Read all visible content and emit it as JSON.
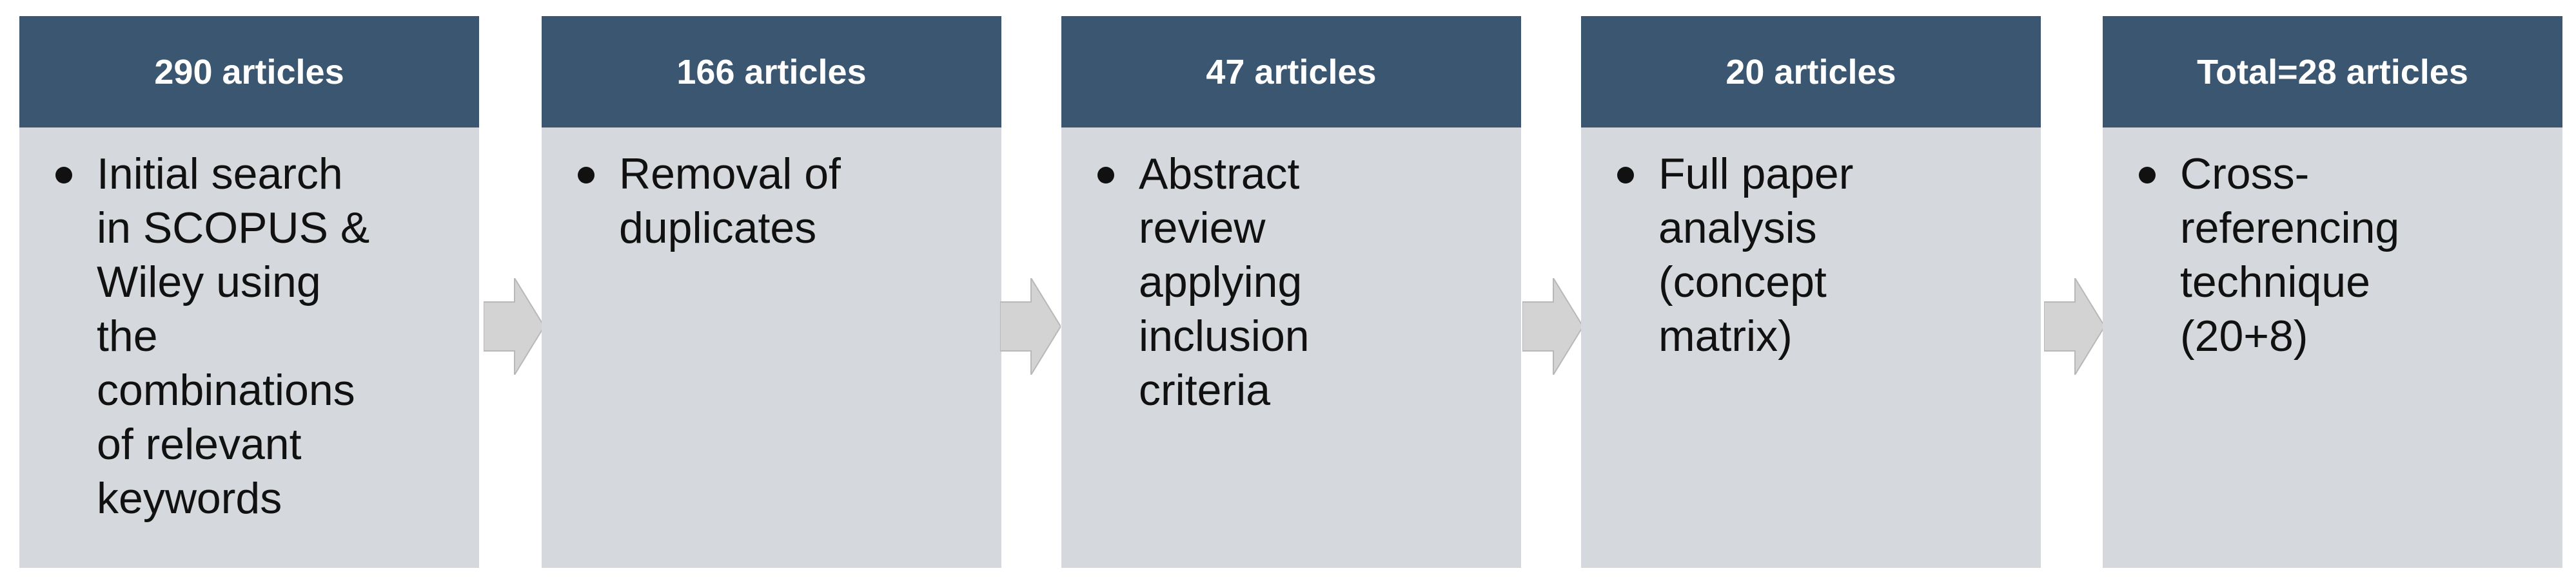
{
  "diagram": {
    "steps": [
      {
        "header": "290 articles",
        "bullet": "Initial search\nin SCOPUS &\nWiley using\nthe\ncombinations\nof relevant\nkeywords"
      },
      {
        "header": "166 articles",
        "bullet": "Removal of\nduplicates"
      },
      {
        "header": "47 articles",
        "bullet": "Abstract\nreview\napplying\ninclusion\ncriteria"
      },
      {
        "header": "20 articles",
        "bullet": "Full paper\nanalysis\n(concept\nmatrix)"
      },
      {
        "header": "Total=28 articles",
        "bullet": "Cross-\nreferencing\ntechnique\n(20+8)"
      }
    ],
    "colors": {
      "header_bg": "#3a5670",
      "header_text": "#ffffff",
      "body_bg": "#d5d8dc",
      "body_text": "#111111",
      "arrow_fill": "#d3d3d3",
      "arrow_stroke": "#b8b8b8"
    }
  }
}
